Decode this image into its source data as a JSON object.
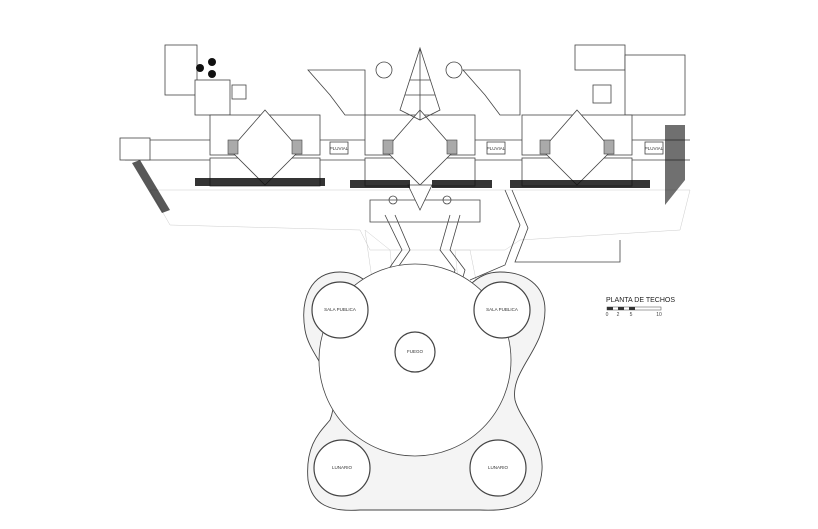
{
  "title": "PLANTA DE TECHOS",
  "scale_ticks": [
    "0",
    "2",
    "5",
    "10"
  ],
  "spaces": {
    "sala_publica_left": "SALA PUBLICA",
    "sala_publica_right": "SALA PUBLICA",
    "fuego": "FUEGO",
    "lunario_left": "LUNARIO",
    "lunario_right": "LUNARIO"
  },
  "pluvial_labels": [
    "PLUVIAL",
    "PLUVIAL",
    "PLUVIAL"
  ]
}
